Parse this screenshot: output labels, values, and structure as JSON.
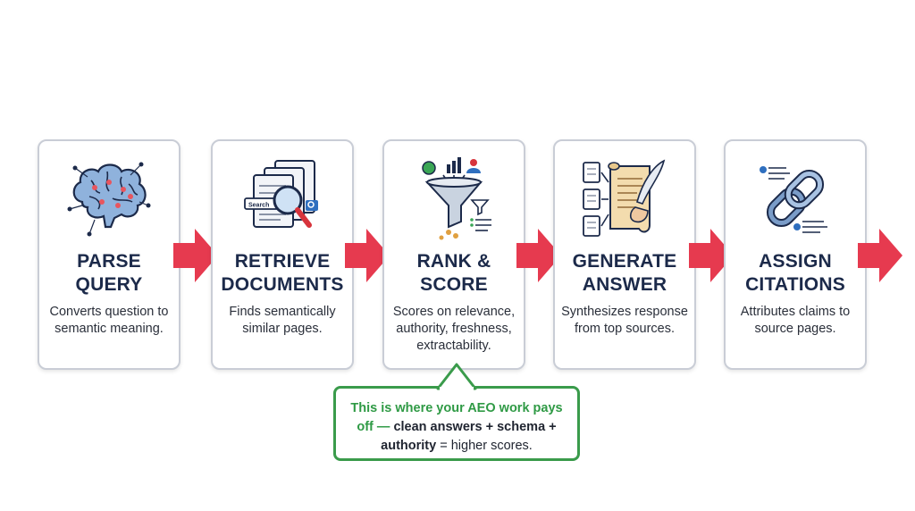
{
  "steps": [
    {
      "title_line1": "PARSE",
      "title_line2": "QUERY",
      "desc": "Converts question to semantic meaning.",
      "icon": "brain-icon"
    },
    {
      "title_line1": "RETRIEVE",
      "title_line2": "DOCUMENTS",
      "desc": "Finds semantically similar pages.",
      "icon": "document-search-icon",
      "icon_label": "Search"
    },
    {
      "title_line1": "RANK &",
      "title_line2": "SCORE",
      "desc": "Scores on relevance, authority, freshness, extractability.",
      "icon": "funnel-icon"
    },
    {
      "title_line1": "GENERATE",
      "title_line2": "ANSWER",
      "desc": "Synthesizes response from top sources.",
      "icon": "scroll-quill-icon"
    },
    {
      "title_line1": "ASSIGN",
      "title_line2": "CITATIONS",
      "desc": "Attributes claims to source pages.",
      "icon": "chain-link-icon"
    }
  ],
  "callout": {
    "highlight": "This is where your AEO work pays off —",
    "bold_part": "clean answers + schema + authority",
    "rest": "= higher scores."
  },
  "colors": {
    "arrow": "#e63a4f",
    "title": "#1c2a4a",
    "callout_border": "#3a9b4b",
    "callout_highlight": "#2f9a45"
  }
}
